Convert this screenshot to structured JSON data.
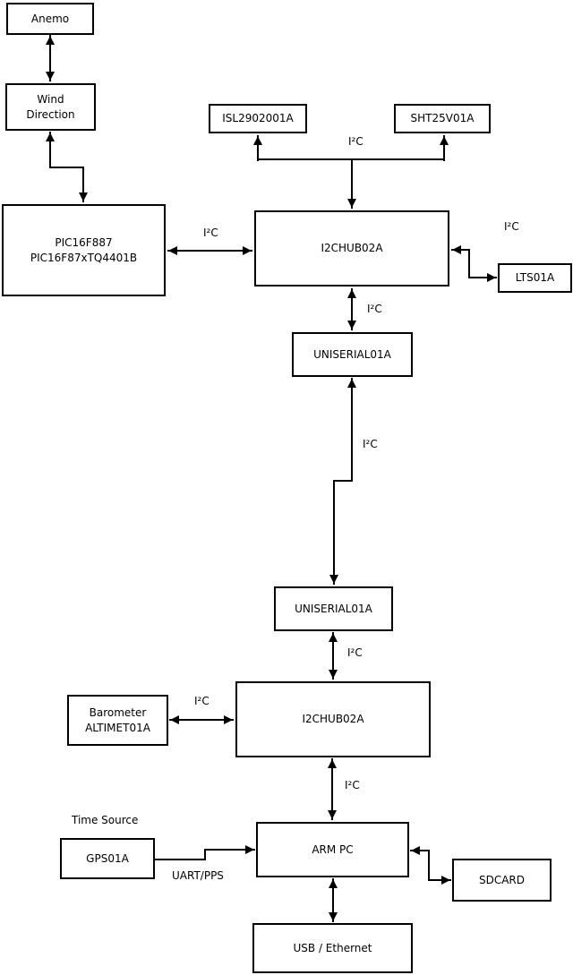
{
  "diagram": {
    "nodes": {
      "anemo": {
        "label": "Anemo"
      },
      "wind_direction": {
        "label": "Wind\nDirection"
      },
      "pic": {
        "label": "PIC16F887\nPIC16F87xTQ4401B"
      },
      "isl": {
        "label": "ISL2902001A"
      },
      "sht": {
        "label": "SHT25V01A"
      },
      "i2chub_top": {
        "label": "I2CHUB02A"
      },
      "lts": {
        "label": "LTS01A"
      },
      "uniserial_top": {
        "label": "UNISERIAL01A"
      },
      "uniserial_bottom": {
        "label": "UNISERIAL01A"
      },
      "i2chub_bottom": {
        "label": "I2CHUB02A"
      },
      "barometer": {
        "label": "Barometer\nALTIMET01A"
      },
      "gps": {
        "label": "GPS01A"
      },
      "arm_pc": {
        "label": "ARM PC"
      },
      "sdcard": {
        "label": "SDCARD"
      },
      "usb_ethernet": {
        "label": "USB / Ethernet"
      }
    },
    "edge_labels": {
      "i2c": "I²C",
      "uart_pps": "UART/PPS"
    },
    "annotations": {
      "time_source": "Time Source"
    },
    "colors": {
      "line": "#000000",
      "box_fill": "#ffffff",
      "background": "#ffffff",
      "text": "#000000"
    }
  }
}
